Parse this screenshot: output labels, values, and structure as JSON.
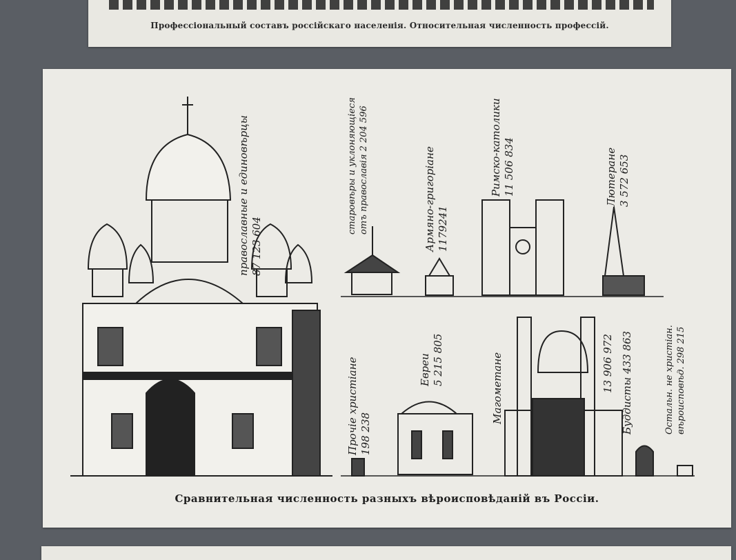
{
  "top_card": {
    "caption": "Профессіональный составъ россійскаго населенія. Относительная численность профессій."
  },
  "main_card": {
    "caption": "Сравнительная численность разныхъ вѣроисповѣданій въ Россіи.",
    "religions": [
      {
        "label": "православные и единовѣрцы",
        "value": "87 123 604"
      },
      {
        "label": "старовѣры и уклоняющіеся отъ православія",
        "value": "2 204 596"
      },
      {
        "label": "Армяно-григоріане",
        "value": "1179241"
      },
      {
        "label": "Римско-католики",
        "value": "11 506 834"
      },
      {
        "label": "Лютеране",
        "value": "3 572 653"
      },
      {
        "label": "Прочіе христіане",
        "value": "198 238"
      },
      {
        "label": "Евреи",
        "value": "5 215 805"
      },
      {
        "label": "Магометане",
        "value": "13 906 972"
      },
      {
        "label": "Буддисты",
        "value": "433 863"
      },
      {
        "label": "Остальн. не христіан. вѣроисповѣд.",
        "value": "298 215"
      }
    ]
  },
  "colors": {
    "background": "#5a5e64",
    "paper": "#ecebe6",
    "ink": "#1e1e1e"
  }
}
